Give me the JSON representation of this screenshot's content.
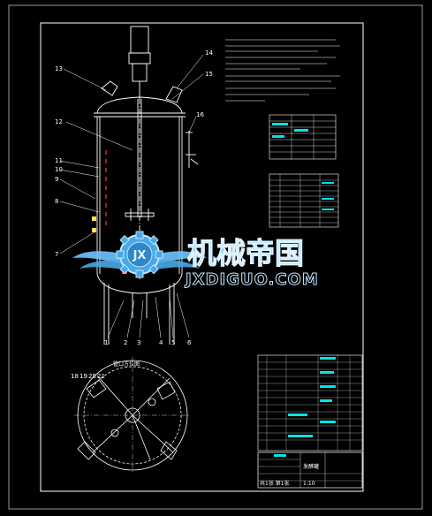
{
  "watermark": {
    "cn": "机械帝国",
    "en": "JXDIGUO.COM",
    "logo": "JX"
  },
  "drawing": {
    "title_cn": "发酵罐",
    "plan_view_label": "管口方位图",
    "callouts_left": [
      "13",
      "12",
      "11",
      "10",
      "9",
      "8",
      "7"
    ],
    "callouts_top_right": [
      "14",
      "15",
      "16"
    ],
    "callouts_bottom": [
      "1",
      "2",
      "3",
      "4",
      "5",
      "6"
    ],
    "plan_callouts": [
      "18",
      "19",
      "20",
      "21"
    ],
    "scale": "1:10",
    "sheet_label": "共1张 第1张"
  },
  "colors": {
    "line": "#ffffff",
    "frame": "#ffffff",
    "table": "#00e5e5",
    "accent": "#ff3b3b",
    "dim": "#cccccc",
    "watermark": "#6ec6ff"
  }
}
